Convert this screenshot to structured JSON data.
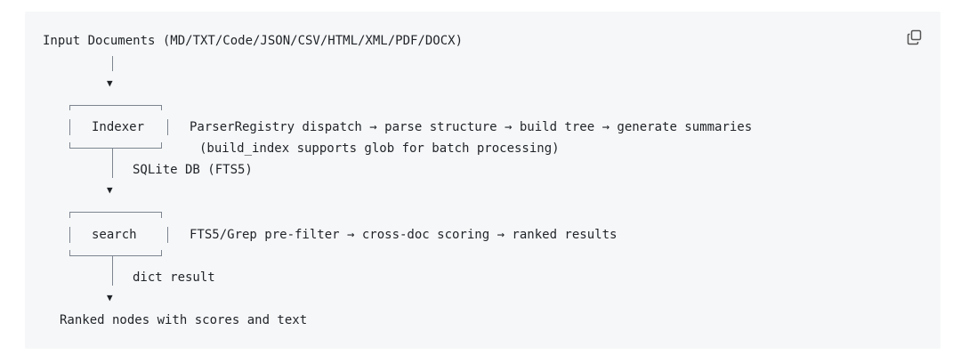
{
  "code": {
    "copy_icon": "copy-icon",
    "input_line": "Input Documents (MD/TXT/Code/JSON/CSV/HTML/XML/PDF/DOCX)",
    "indexer": {
      "label": "Indexer",
      "description": "ParserRegistry dispatch → parse structure → build tree → generate summaries",
      "note": "(build_index supports glob for batch processing)"
    },
    "storage_label": "SQLite DB (FTS5)",
    "search": {
      "label": "search",
      "description": "FTS5/Grep pre-filter → cross-doc scoring → ranked results"
    },
    "result_label": "dict result",
    "output_line": "Ranked nodes with scores and text",
    "box_pipe": "|",
    "arrow_glyph": "▼"
  }
}
